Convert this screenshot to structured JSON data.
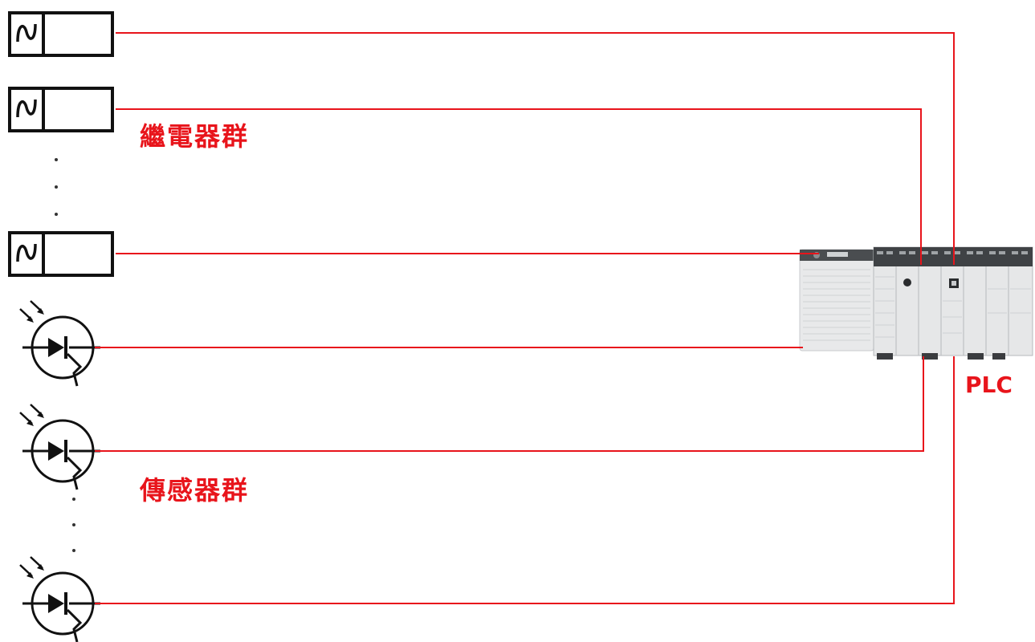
{
  "labels": {
    "relay_group": "繼電器群",
    "sensor_group": "傳感器群",
    "plc": "PLC"
  },
  "colors": {
    "wire": "#e8141b",
    "symbol": "#111111",
    "plc_body": "#e9eaeb"
  },
  "relays": [
    {
      "name": "relay-1"
    },
    {
      "name": "relay-2"
    },
    {
      "name": "relay-n"
    }
  ],
  "sensors": [
    {
      "name": "phototransistor-1"
    },
    {
      "name": "phototransistor-2"
    },
    {
      "name": "phototransistor-n"
    }
  ]
}
